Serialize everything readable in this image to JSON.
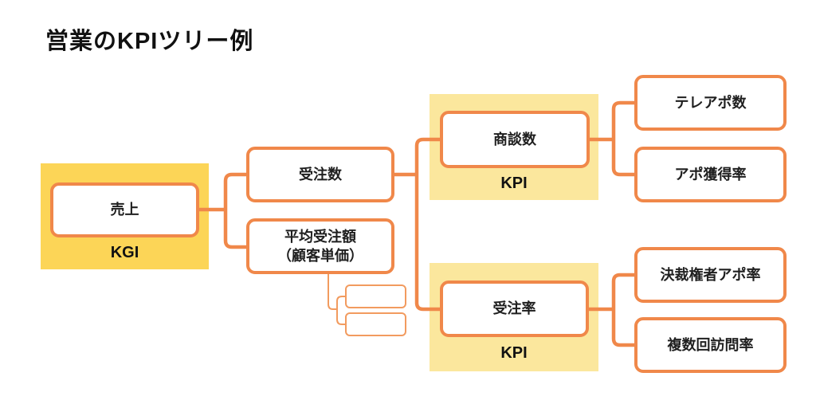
{
  "title": "営業のKPIツリー例",
  "colors": {
    "accent_orange": "#F0884A",
    "kgi_yellow": "#FCD557",
    "kpi_yellow": "#FBE79D",
    "text_black": "#111111"
  },
  "tree": {
    "kgi": {
      "label": "売上",
      "badge": "KGI"
    },
    "level2": [
      {
        "label": "受注数",
        "sublabel": ""
      },
      {
        "label": "平均受注額",
        "sublabel": "（顧客単価）"
      }
    ],
    "placeholders": [
      {
        "label": ""
      },
      {
        "label": ""
      }
    ],
    "level3": [
      {
        "label": "商談数",
        "badge": "KPI"
      },
      {
        "label": "受注率",
        "badge": "KPI"
      }
    ],
    "level4": [
      {
        "label": "テレアポ数"
      },
      {
        "label": "アポ獲得率"
      },
      {
        "label": "決裁権者アポ率"
      },
      {
        "label": "複数回訪問率"
      }
    ]
  }
}
